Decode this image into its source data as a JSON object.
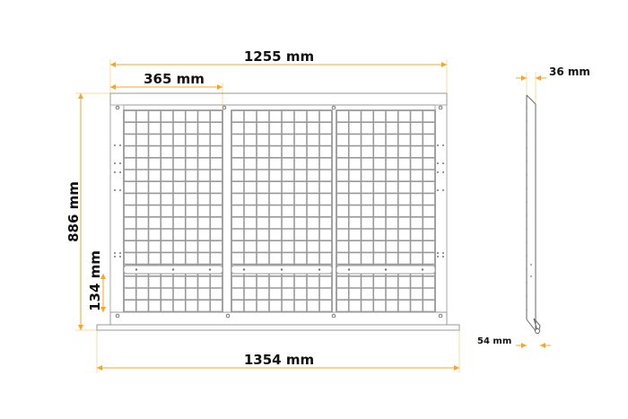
{
  "colors": {
    "dimension": "#f5a623",
    "outline": "#888888",
    "grid": "#9a9a9a",
    "text": "#111111"
  },
  "front_view": {
    "panels": 3,
    "dimensions": {
      "overall_width": "1255 mm",
      "panel_width": "365 mm",
      "height": "886 mm",
      "lower_section_height": "134 mm",
      "base_width": "1354 mm"
    }
  },
  "side_view": {
    "dimensions": {
      "top_depth": "36 mm",
      "bottom_depth": "54 mm"
    }
  }
}
